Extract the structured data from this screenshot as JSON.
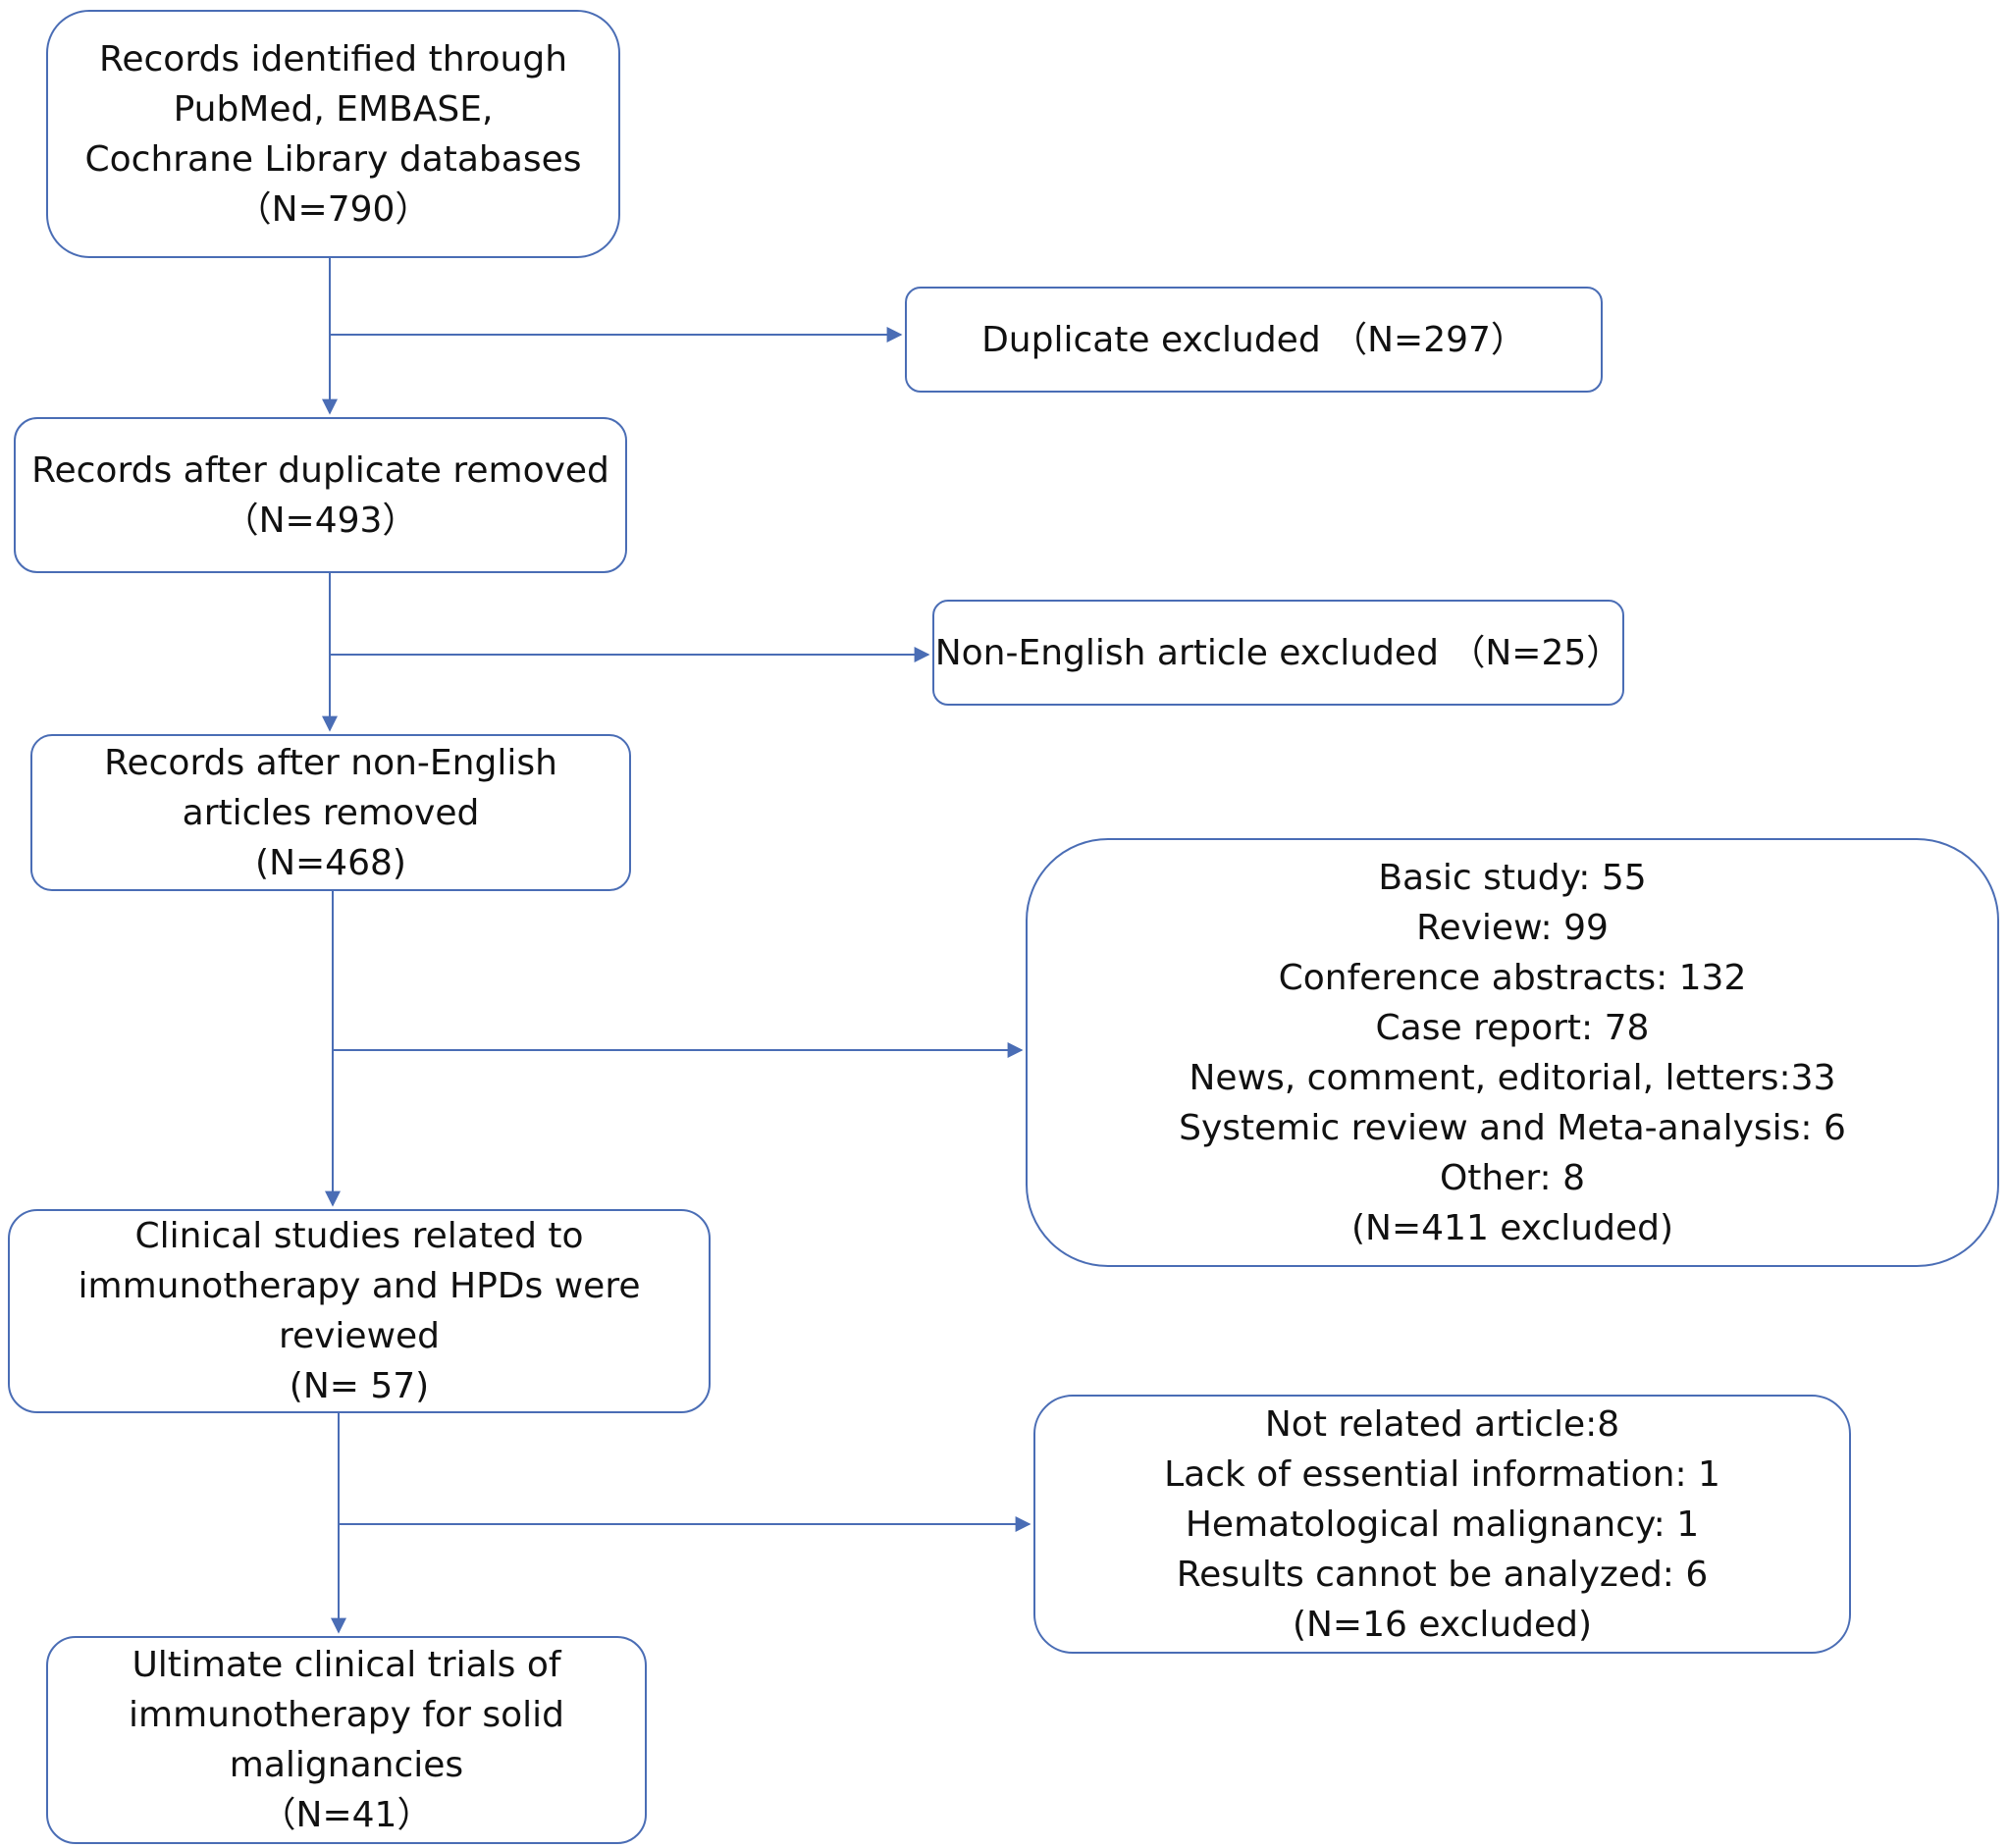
{
  "flowchart": {
    "identified": {
      "lines": [
        "Records identified through",
        "PubMed, EMBASE,",
        "Cochrane Library databases",
        "（N=790）"
      ]
    },
    "duplicate": {
      "lines": [
        "Duplicate excluded （N=297）"
      ]
    },
    "after_duplicate": {
      "lines": [
        "Records after duplicate removed",
        "（N=493）"
      ]
    },
    "non_english": {
      "lines": [
        "Non-English article excluded （N=25）"
      ]
    },
    "after_non_english": {
      "lines": [
        "Records after  non-English",
        "articles removed",
        "(N=468)"
      ]
    },
    "excluded_types": {
      "lines": [
        "Basic study: 55",
        "Review: 99",
        "Conference abstracts: 132",
        "Case report: 78",
        "News, comment, editorial, letters:33",
        "Systemic review and Meta-analysis: 6",
        "Other: 8",
        "(N=411 excluded)"
      ]
    },
    "clinical_reviewed": {
      "lines": [
        "Clinical studies related to",
        "immunotherapy and HPDs were",
        "reviewed",
        "(N= 57)"
      ]
    },
    "excluded_reasons": {
      "lines": [
        "Not related article:8",
        "Lack of essential information: 1",
        "Hematological malignancy: 1",
        "Results cannot be analyzed: 6",
        "(N=16 excluded)"
      ]
    },
    "ultimate": {
      "lines": [
        "Ultimate clinical trials of",
        "immunotherapy for solid",
        "malignancies",
        "（N=41）"
      ]
    }
  }
}
